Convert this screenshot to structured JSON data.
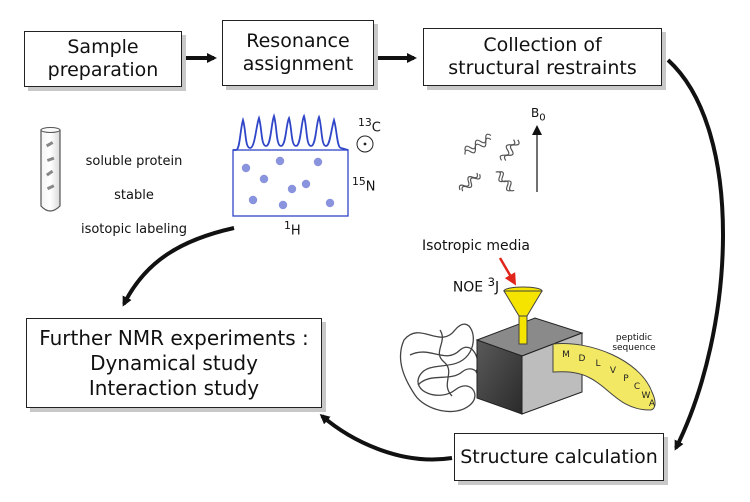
{
  "steps": {
    "sample_preparation": "Sample\npreparation",
    "resonance_assignment": "Resonance\nassignment",
    "collection": "Collection of\nstructural restraints",
    "structure_calculation": "Structure calculation",
    "further_nmr": "Further NMR experiments :\nDynamical study\nInteraction study"
  },
  "sample_notes": [
    "soluble protein",
    "stable",
    "isotopic labeling"
  ],
  "spectrum": {
    "carbon_label": "13C",
    "nitrogen_label": "15N",
    "proton_label": "1H"
  },
  "field_label": "B0",
  "media_label": [
    "Isotropic media",
    "NOE 3J"
  ],
  "sequence": {
    "label": "peptidic\nsequence",
    "residues": [
      "M",
      "D",
      "L",
      "V",
      "P",
      "C",
      "W",
      "A"
    ]
  },
  "colors": {
    "spectrum": "#3046c8",
    "peaks": "#8a93dd",
    "funnel": "#f5e400",
    "arrow_red": "#e0251b",
    "ribbon": "#f2e863"
  }
}
